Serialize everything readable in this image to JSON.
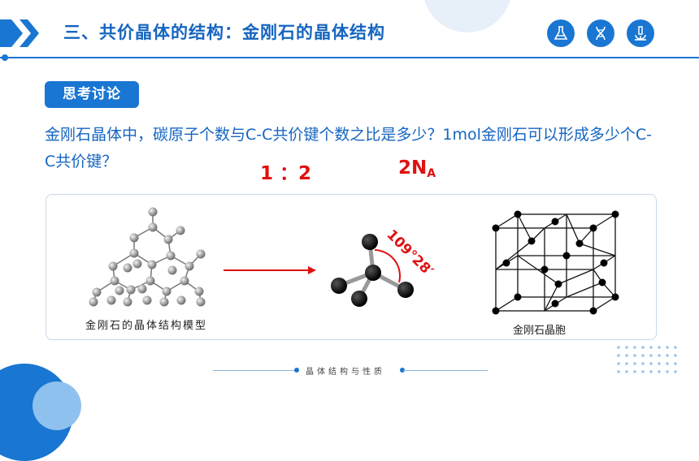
{
  "header": {
    "title": "三、共价晶体的结构：金刚石的晶体结构"
  },
  "tag": {
    "label": "思考讨论"
  },
  "question": {
    "text": "金刚石晶体中，碳原子个数与C-C共价键个数之比是多少？1mol金刚石可以形成多少个C-C共价键？"
  },
  "answers": {
    "ratio": "1 ：2",
    "moles_main": "2N",
    "moles_sub": "A"
  },
  "figure": {
    "model_caption": "金刚石的晶体结构模型",
    "angle_label": "109°28′",
    "cell_caption": "金刚石晶胞"
  },
  "footer": {
    "text": "晶体结构与性质"
  },
  "icons": [
    "flask-icon",
    "dna-icon",
    "microscope-icon"
  ],
  "colors": {
    "primary": "#1976d2",
    "title": "#1565c0",
    "answer": "#e01010"
  }
}
